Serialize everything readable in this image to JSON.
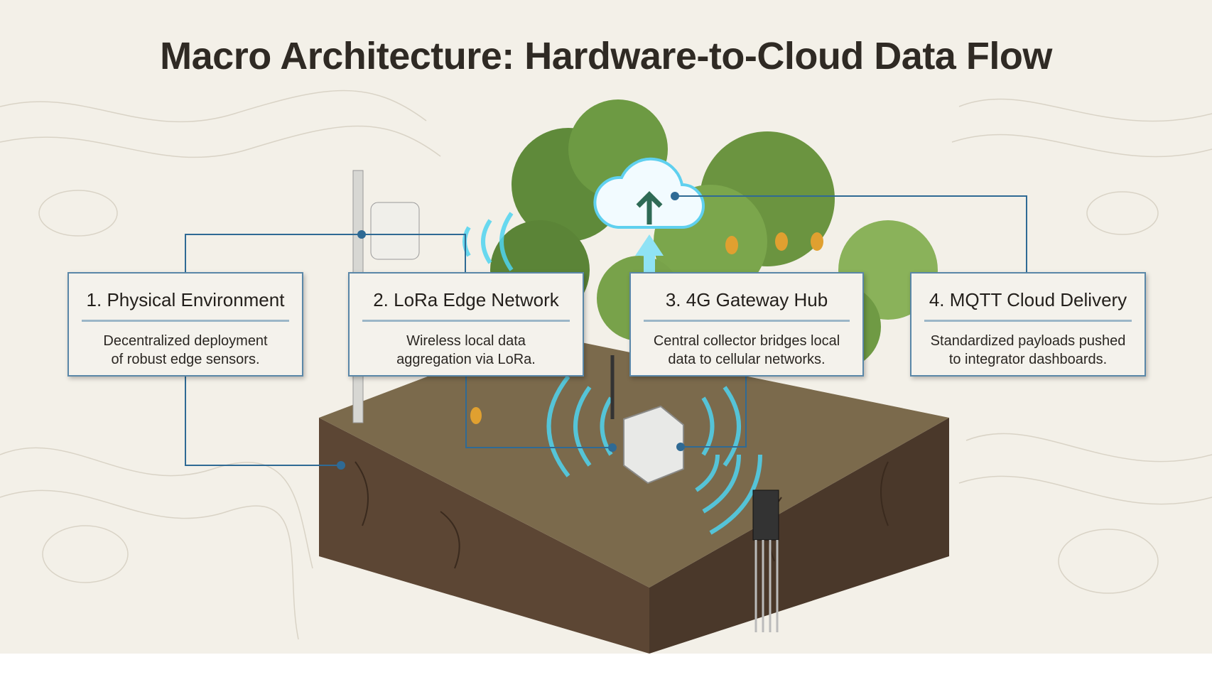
{
  "title": "Macro Architecture: Hardware-to-Cloud Data Flow",
  "stages": [
    {
      "heading": "1. Physical Environment",
      "line1": "Decentralized deployment",
      "line2": "of robust edge sensors."
    },
    {
      "heading": "2. LoRa Edge Network",
      "line1": "Wireless local data",
      "line2": "aggregation via LoRa."
    },
    {
      "heading": "3. 4G Gateway Hub",
      "line1": "Central collector bridges local",
      "line2": "data to cellular networks."
    },
    {
      "heading": "4. MQTT Cloud Delivery",
      "line1": "Standardized payloads pushed",
      "line2": "to integrator dashboards."
    }
  ],
  "colors": {
    "connector": "#2f6a94",
    "signal": "#4fd3f0",
    "box_border": "#5a87a8"
  }
}
